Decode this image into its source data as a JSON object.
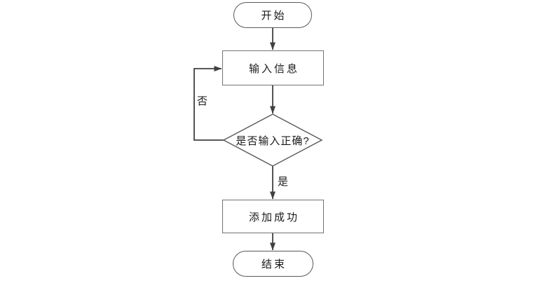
{
  "diagram": {
    "type": "flowchart",
    "background": "#ffffff",
    "colors": {
      "terminator_border": "#595959",
      "process_border": "#737373",
      "decision_border": "#595959",
      "arrow": "#404040",
      "text": "#1a1a1a",
      "shape_fill": "#ffffff"
    },
    "nodes": [
      {
        "id": "start",
        "type": "terminator",
        "label": "开始"
      },
      {
        "id": "input-info",
        "type": "process",
        "label": "输入信息"
      },
      {
        "id": "input-correct",
        "type": "decision",
        "label": "是否输入正确?"
      },
      {
        "id": "add-success",
        "type": "process",
        "label": "添加成功"
      },
      {
        "id": "end",
        "type": "terminator",
        "label": "结束"
      }
    ],
    "edges": [
      {
        "from": "start",
        "to": "input-info",
        "label": ""
      },
      {
        "from": "input-info",
        "to": "input-correct",
        "label": ""
      },
      {
        "from": "input-correct",
        "to": "input-info",
        "label": "否"
      },
      {
        "from": "input-correct",
        "to": "add-success",
        "label": "是"
      },
      {
        "from": "add-success",
        "to": "end",
        "label": ""
      }
    ]
  }
}
